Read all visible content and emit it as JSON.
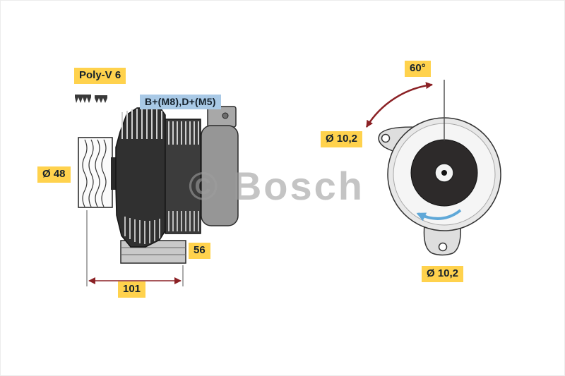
{
  "diagram": {
    "watermark": "© Bosch",
    "labels": {
      "poly_v": "Poly-V 6",
      "terminals": "B+(M8),D+(M5)",
      "pulley_diameter": "Ø 48",
      "rear_length": "56",
      "total_length": "101",
      "mount_angle": "60°",
      "hole_top": "Ø 10,2",
      "hole_bottom": "Ø 10,2"
    },
    "colors": {
      "label_yellow": "#ffd24d",
      "label_blue": "#a9c9e6",
      "dimension_red": "#8b2125",
      "rotation_blue": "#5fa8d8",
      "watermark_gray": "#9e9e9e"
    },
    "icons": {
      "belt_profile": "belt-profile-icon",
      "angle_arrow": "angle-arc-arrow-icon",
      "rotation_arrow": "rotation-direction-arrow-icon"
    }
  }
}
